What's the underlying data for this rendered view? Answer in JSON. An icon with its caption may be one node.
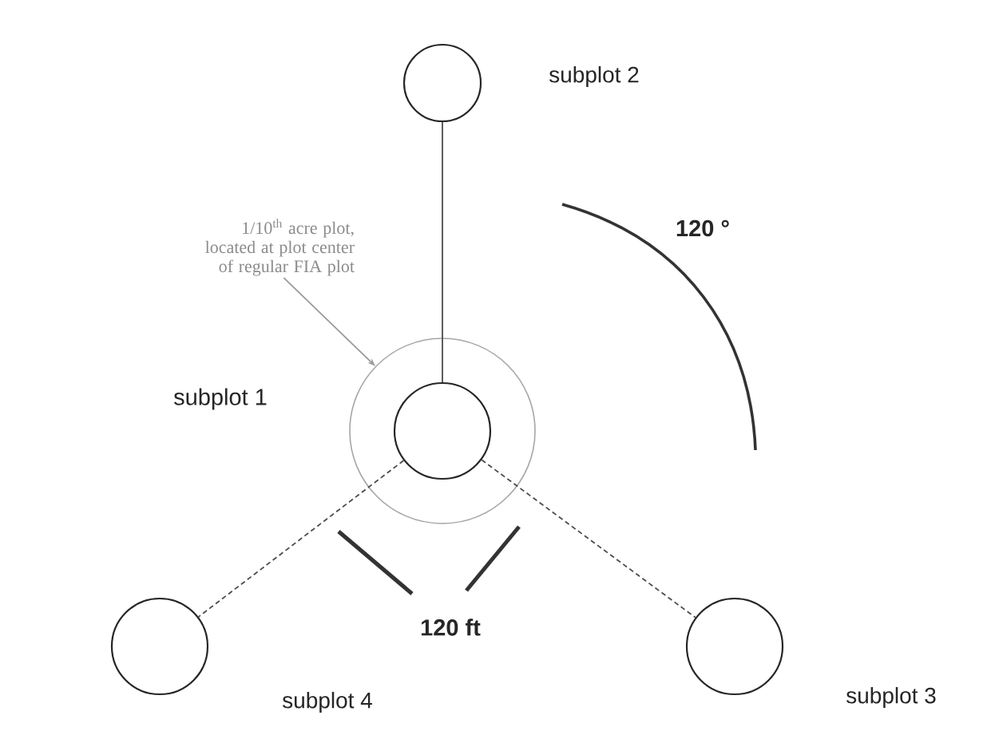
{
  "diagram": {
    "nodes": [
      {
        "text": [],
        "shape": "circle",
        "beside": [
          "subplot 2"
        ]
      },
      {
        "text": [
          "1/10$^{th}$ acre plot, located at plot center of regular FIA plot"
        ]
      },
      {
        "text": [],
        "shape": "circle"
      },
      {
        "text": [],
        "shape": "circle",
        "in": 2
      },
      {
        "text": [],
        "shape": "circle",
        "beside": [
          "subplot 4"
        ]
      },
      {
        "text": [],
        "shape": "circle",
        "beside": [
          "subplot 3"
        ]
      }
    ],
    "edges": [
      {
        "from": 3,
        "to": 0,
        "arrow": "none"
      },
      {
        "from": 1,
        "to": 2,
        "arrow": "to",
        "color": "#999999"
      },
      {
        "from": 3,
        "to": 4,
        "arrow": "none",
        "style": "dashed"
      },
      {
        "from": 3,
        "to": 5,
        "arrow": "none",
        "style": "dashed"
      }
    ],
    "labels": [
      "subplot 1",
      "120 °",
      "120 ft"
    ]
  }
}
